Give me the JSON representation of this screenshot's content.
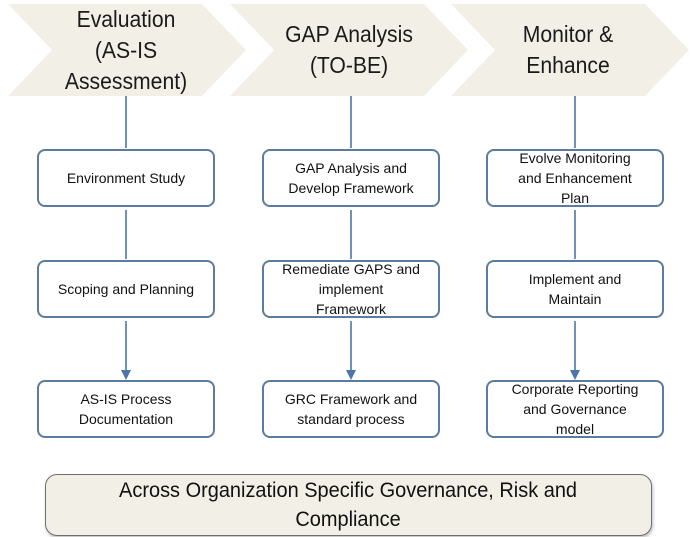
{
  "columns": [
    {
      "header": [
        "Evaluation",
        "(AS-IS",
        "Assessment)"
      ],
      "steps": [
        [
          "Environment Study"
        ],
        [
          "Scoping and Planning"
        ],
        [
          "AS-IS Process",
          "Documentation"
        ]
      ]
    },
    {
      "header": [
        "GAP Analysis",
        "(TO-BE)"
      ],
      "steps": [
        [
          "GAP Analysis and",
          "Develop Framework"
        ],
        [
          "Remediate GAPS and",
          "implement",
          "Framework"
        ],
        [
          "GRC Framework and",
          "standard process"
        ]
      ]
    },
    {
      "header": [
        "Monitor &",
        "Enhance"
      ],
      "steps": [
        [
          "Evolve Monitoring",
          "and Enhancement",
          "Plan"
        ],
        [
          "Implement and",
          "Maintain"
        ],
        [
          "Corporate Reporting",
          "and Governance",
          "model"
        ]
      ]
    }
  ],
  "footer": [
    "Across Organization Specific Governance, Risk and",
    "Compliance"
  ],
  "colors": {
    "chevron_fill": "#f2f0e6",
    "box_border": "#5b7c9e",
    "connector": "#4a76a8",
    "footer_fill": "#f2f0e6"
  }
}
